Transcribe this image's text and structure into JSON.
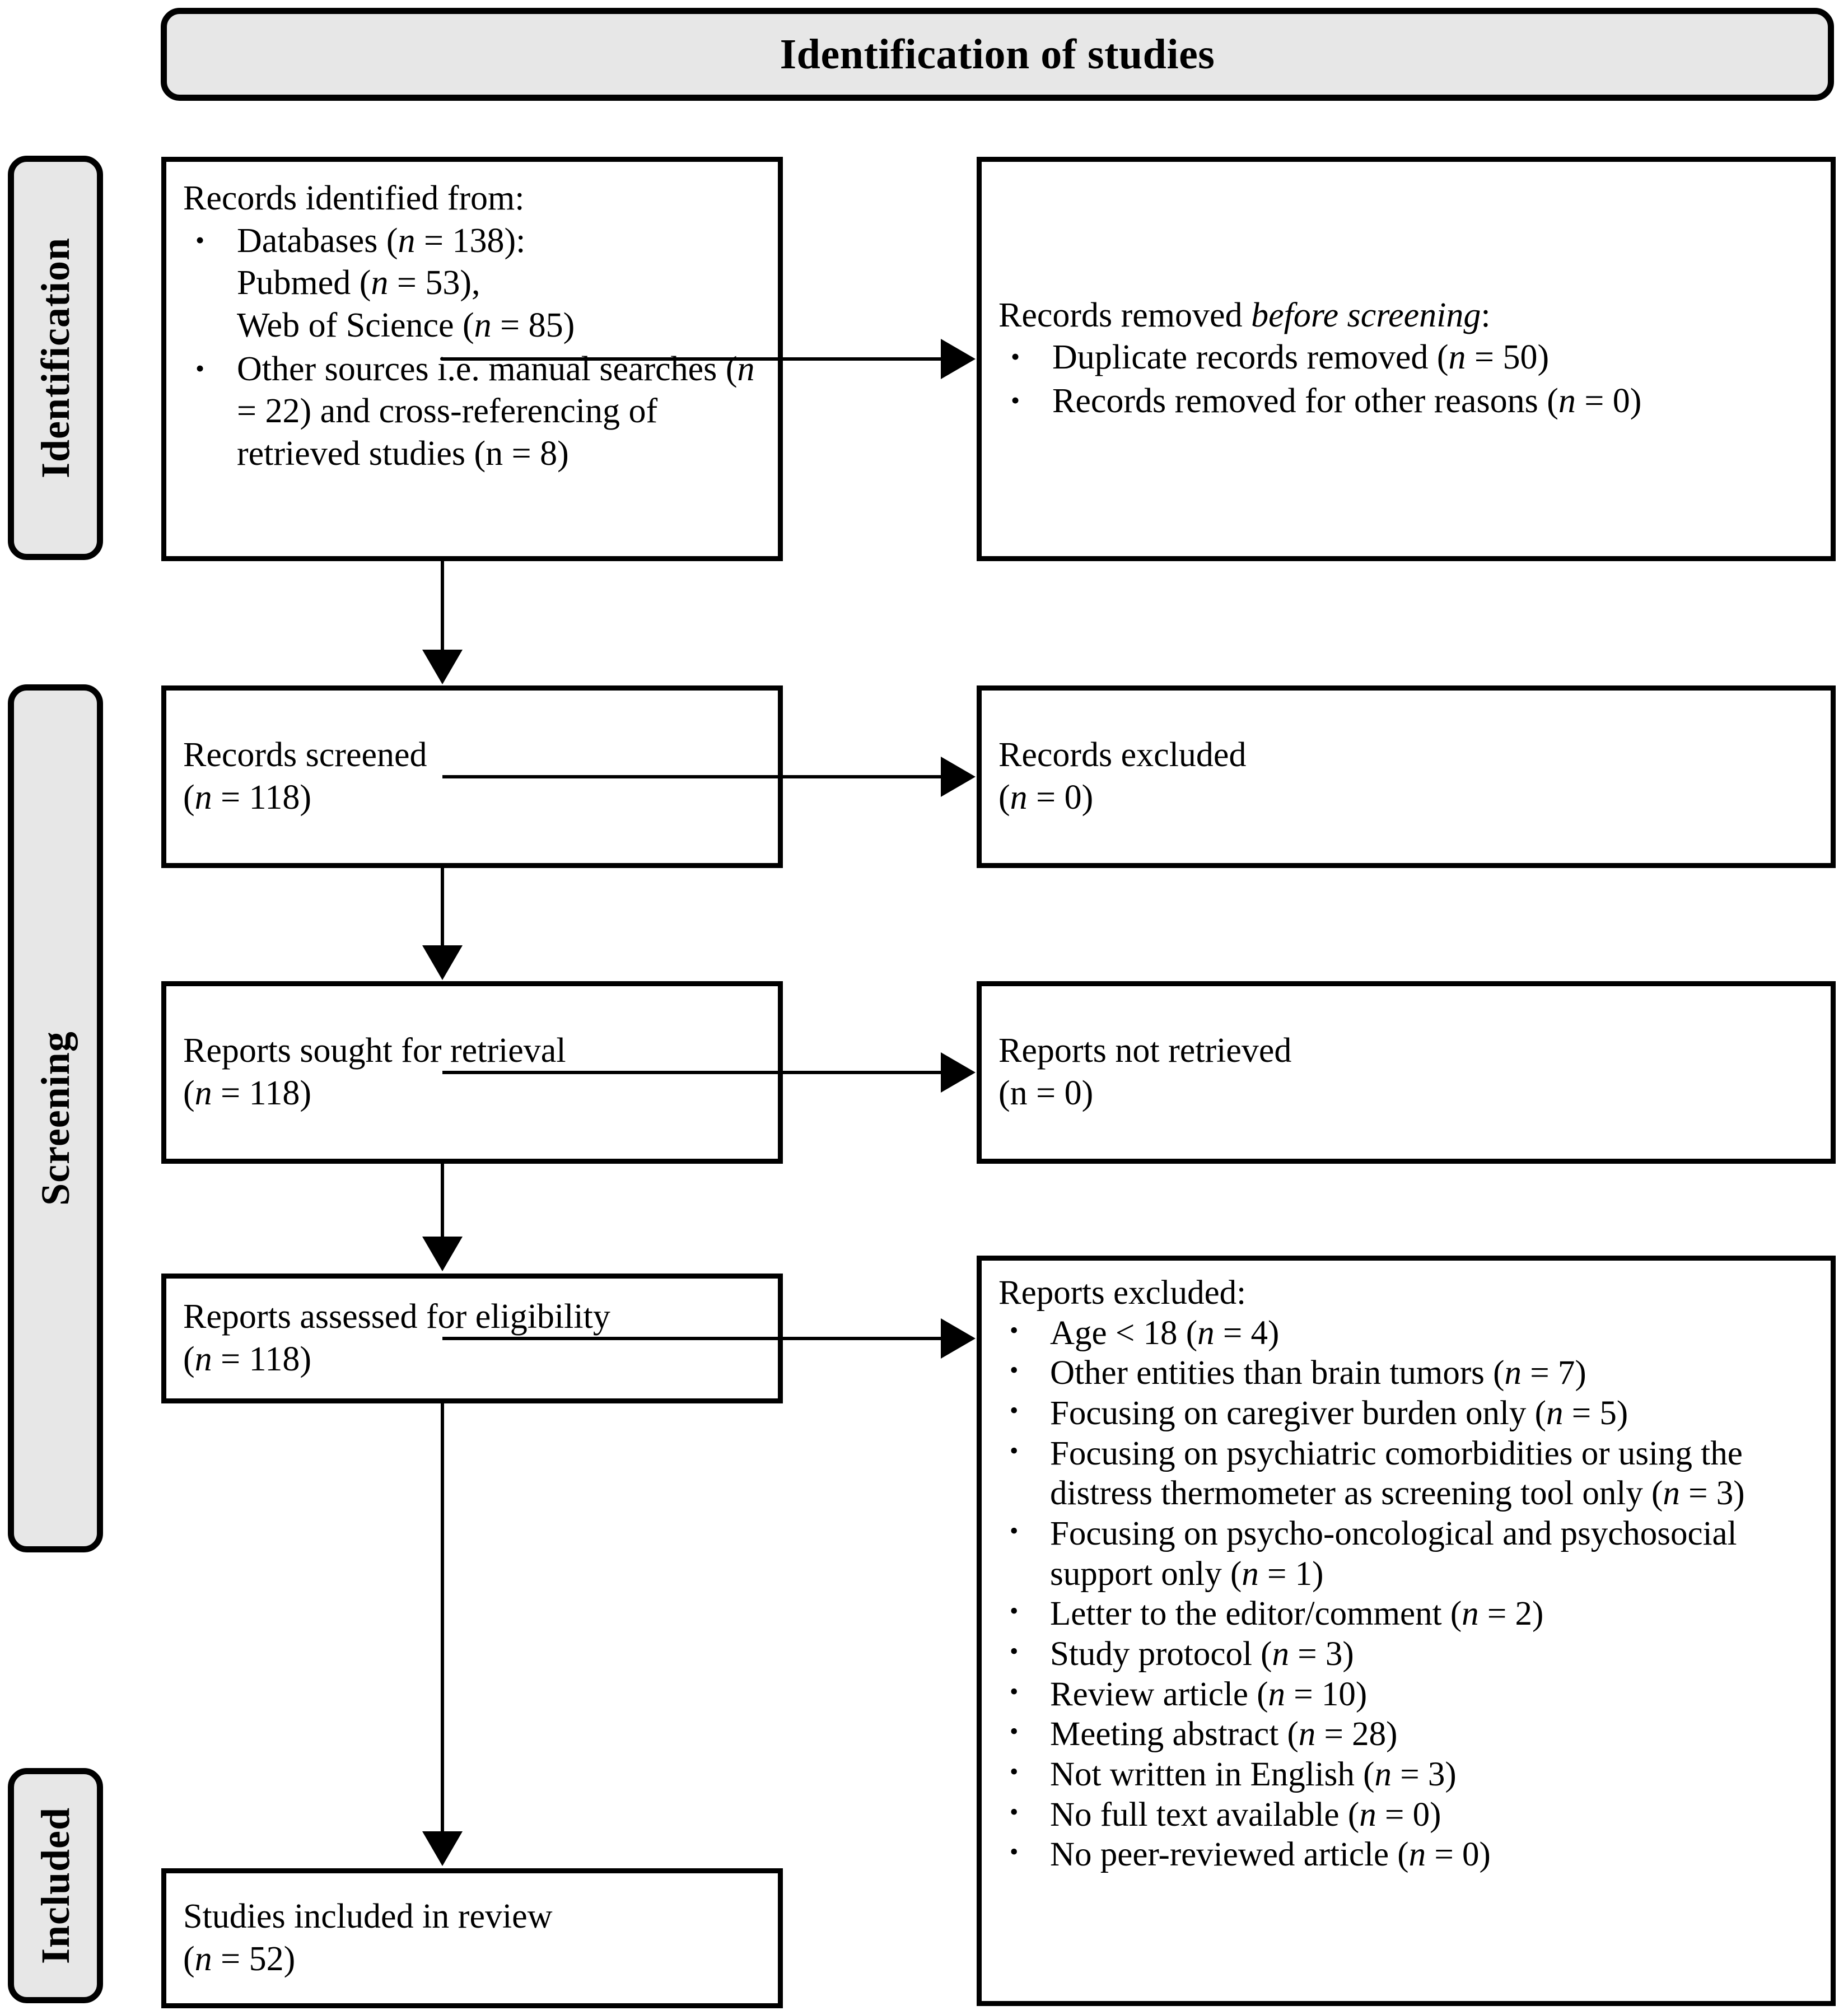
{
  "header": {
    "title": "Identification of studies"
  },
  "stages": [
    {
      "key": "identification",
      "label": "Identification"
    },
    {
      "key": "screening",
      "label": "Screening"
    },
    {
      "key": "included",
      "label": "Included"
    }
  ],
  "boxes": {
    "identified": {
      "lead": "Records identified from:",
      "items": [
        "Databases (<i>n</i> = 138):\nPubmed (<i>n</i> = 53),\nWeb of Science (<i>n</i> = 85)",
        "Other sources i.e. manual searches (<i>n</i> = 22) and cross-referencing of retrieved studies (n = 8)"
      ]
    },
    "removed": {
      "lead": "Records removed <i>before screening</i>:",
      "items": [
        "Duplicate records removed  (<i>n</i> = 50)",
        "Records removed for other reasons (<i>n</i> = 0)"
      ]
    },
    "screened": {
      "line1": "Records screened",
      "line2": "(<i>n</i> = 118)"
    },
    "excluded": {
      "line1": "Records excluded",
      "line2": "(<i>n</i> = 0)"
    },
    "sought": {
      "line1": "Reports sought for retrieval",
      "line2": "(<i>n</i> = 118)"
    },
    "not_retrieved": {
      "line1": "Reports not retrieved",
      "line2": "(n = 0)"
    },
    "assessed": {
      "line1": "Reports assessed for eligibility",
      "line2": "(<i>n</i> = 118)"
    },
    "reports_excluded": {
      "lead": "Reports excluded:",
      "items": [
        "Age &lt; 18 (<i>n</i> = 4)",
        "Other entities than brain tumors (<i>n</i> = 7)",
        "Focusing on caregiver burden only (<i>n</i> = 5)",
        "Focusing on psychiatric comorbidities or using the distress thermometer as screening tool only (<i>n</i> = 3)",
        "Focusing on psycho-oncological and psychosocial support only (<i>n</i> = 1)",
        "Letter to the editor/comment (<i>n</i> = 2)",
        "Study protocol (<i>n</i> = 3)",
        "Review article (<i>n</i> = 10)",
        "Meeting abstract (<i>n</i> = 28)",
        "Not written in English (<i>n</i> = 3)",
        "No full text available (<i>n</i> = 0)",
        "No peer-reviewed article (<i>n</i> = 0)"
      ]
    },
    "included": {
      "line1": "Studies included in review",
      "line2": "(<i>n</i> = 52)"
    }
  },
  "counts": {
    "databases_total": 138,
    "pubmed": 53,
    "web_of_science": 85,
    "manual_searches": 22,
    "cross_referencing": 8,
    "duplicates_removed": 50,
    "removed_other_reasons": 0,
    "records_screened": 118,
    "records_excluded": 0,
    "reports_sought": 118,
    "reports_not_retrieved": 0,
    "reports_assessed": 118,
    "studies_included": 52
  },
  "colors": {
    "stage_fill": "#e7e7e7",
    "border": "#000000",
    "box_fill": "#ffffff"
  }
}
